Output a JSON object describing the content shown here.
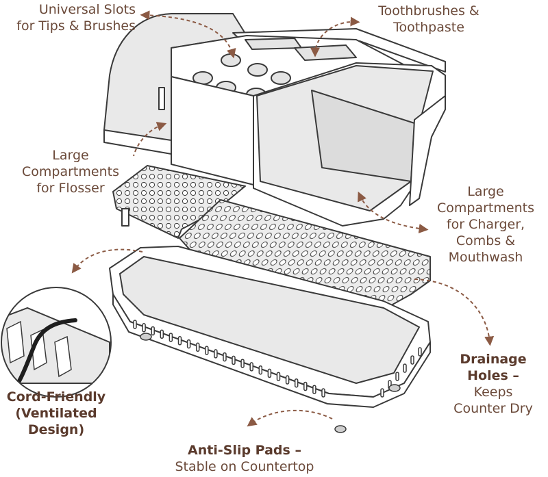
{
  "colors": {
    "label_text": "#6b4a3a",
    "label_strong": "#5a3a2c",
    "arrow": "#8b5a44",
    "outline": "#3a3a3a",
    "fill_gray": "#e9e9e9",
    "fill_white": "#ffffff"
  },
  "callouts": {
    "universal_slots": [
      "Universal Slots",
      "for Tips & Brushes"
    ],
    "toothbrushes": [
      "Toothbrushes &",
      "Toothpaste"
    ],
    "flosser": [
      "Large",
      "Compartments",
      "for Flosser"
    ],
    "charger": [
      "Large",
      "Compartments",
      "for Charger,",
      "Combs &",
      "Mouthwash"
    ],
    "drainage": {
      "title": [
        "Drainage",
        "Holes –"
      ],
      "body": [
        "Keeps",
        "Counter Dry"
      ]
    },
    "cord": {
      "title": [
        "Cord-Friendly",
        "(Ventilated",
        "Design)"
      ]
    },
    "anti_slip": {
      "title": "Anti-Slip Pads –",
      "body": "Stable on Countertop"
    }
  }
}
